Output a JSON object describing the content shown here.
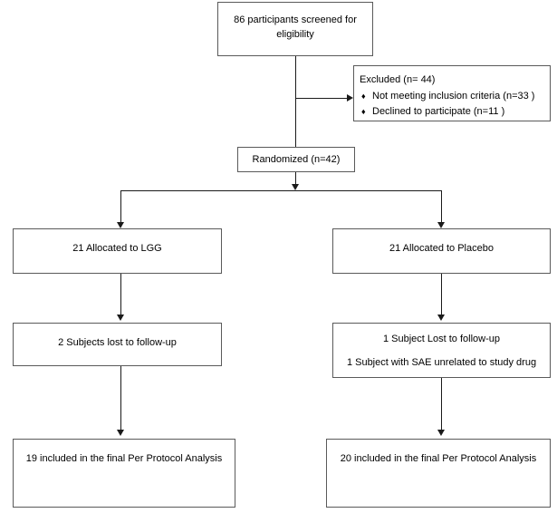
{
  "diagram": {
    "type": "consort-flow-diagram",
    "nodes": {
      "screened": {
        "text": "86 participants screened for eligibility",
        "count": 86
      },
      "excluded": {
        "title": "Excluded  (n= 44)",
        "count": 44,
        "reasons": [
          {
            "bullet": "♦",
            "text": "Not meeting inclusion criteria (n=33  )",
            "count": 33
          },
          {
            "bullet": "♦",
            "text": "Declined to participate (n=11  )",
            "count": 11
          }
        ]
      },
      "randomized": {
        "text": "Randomized (n=42)",
        "count": 42
      },
      "allocated_lgg": {
        "text": "21 Allocated to LGG",
        "count": 21
      },
      "allocated_placebo": {
        "text": "21 Allocated to Placebo",
        "count": 21
      },
      "lost_lgg": {
        "line1": "2 Subjects lost to follow-up",
        "count": 2
      },
      "lost_placebo": {
        "line1": "1 Subject Lost to follow-up",
        "line2": "1 Subject with SAE unrelated to study drug",
        "count": 1,
        "sae_count": 1
      },
      "analysis_lgg": {
        "text": "19 included in the final Per Protocol Analysis",
        "count": 19
      },
      "analysis_placebo": {
        "text": "20 included in the final Per Protocol Analysis",
        "count": 20
      }
    },
    "colors": {
      "box_border": "#5a5a5a",
      "connector": "#1a1a1a",
      "background": "#ffffff",
      "text": "#000000"
    }
  }
}
